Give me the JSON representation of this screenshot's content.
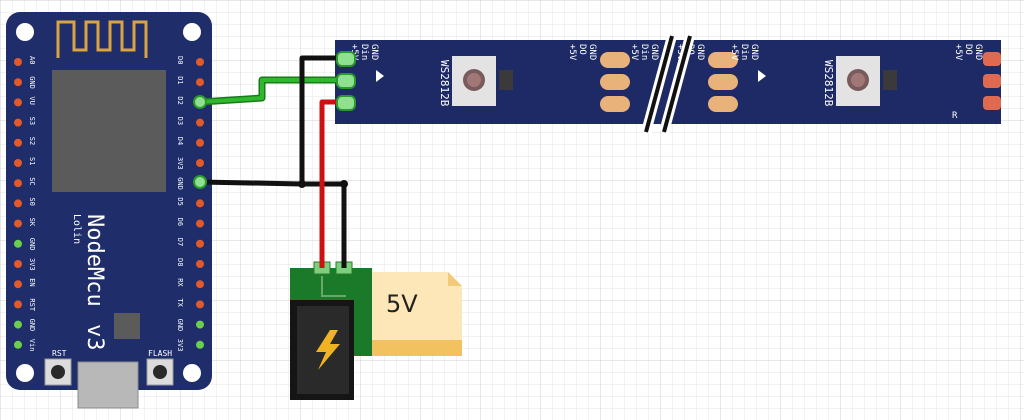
{
  "board": {
    "name": "NodeMcu",
    "version": "v3",
    "maker": "Lolin",
    "button_reset": "RST",
    "button_flash": "FLASH",
    "right_pins": [
      "D0",
      "D1",
      "D2",
      "D3",
      "D4",
      "3V3",
      "GND",
      "D5",
      "D6",
      "D7",
      "D8",
      "RX",
      "TX",
      "GND",
      "3V3"
    ],
    "left_pins": [
      "A0",
      "GND",
      "VU",
      "S3",
      "S2",
      "S1",
      "SC",
      "S0",
      "SK",
      "GND",
      "3V3",
      "EN",
      "RST",
      "GND",
      "Vin"
    ]
  },
  "strip": {
    "chip_label": "WS2812B",
    "input_pins": [
      "GND",
      "Din",
      "+5V"
    ],
    "output_pins": [
      "GND",
      "DO",
      "+5V"
    ],
    "registered_mark": "R"
  },
  "power": {
    "label": "5V"
  },
  "colors": {
    "board": "#1f2d6b",
    "strip": "#1e2a66",
    "wire_data": "#2db82d",
    "wire_gnd": "#1a1a1a",
    "wire_vcc": "#cc1111",
    "pad": "#e8b27a",
    "power_label_bg": "#fde6b8"
  },
  "icons": [
    "wifi-antenna-icon",
    "led-icon",
    "lightning-icon"
  ]
}
